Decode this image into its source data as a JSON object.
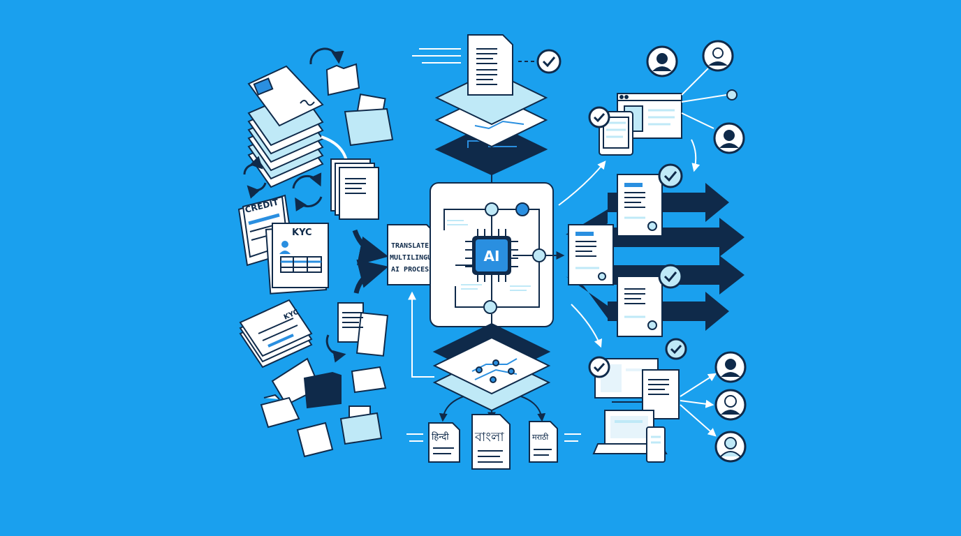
{
  "left_documents": {
    "credit_label": "CREDIT",
    "kyc_label": "KYC",
    "kyc_small_label": "KYC"
  },
  "process_card": {
    "line1": "TRANSLATE",
    "line2": "MULTILINGUAL",
    "line3": "AI PROCESS"
  },
  "ai_chip": {
    "label": "AI"
  },
  "output_languages": {
    "hindi": "हिन्दी",
    "bengali": "বাংলা",
    "marathi": "मराठी"
  },
  "colors": {
    "background": "#1aa0ee",
    "navy": "#0f2a4a",
    "light_cyan": "#bfe9f7",
    "accent_blue": "#2a8fe0"
  }
}
